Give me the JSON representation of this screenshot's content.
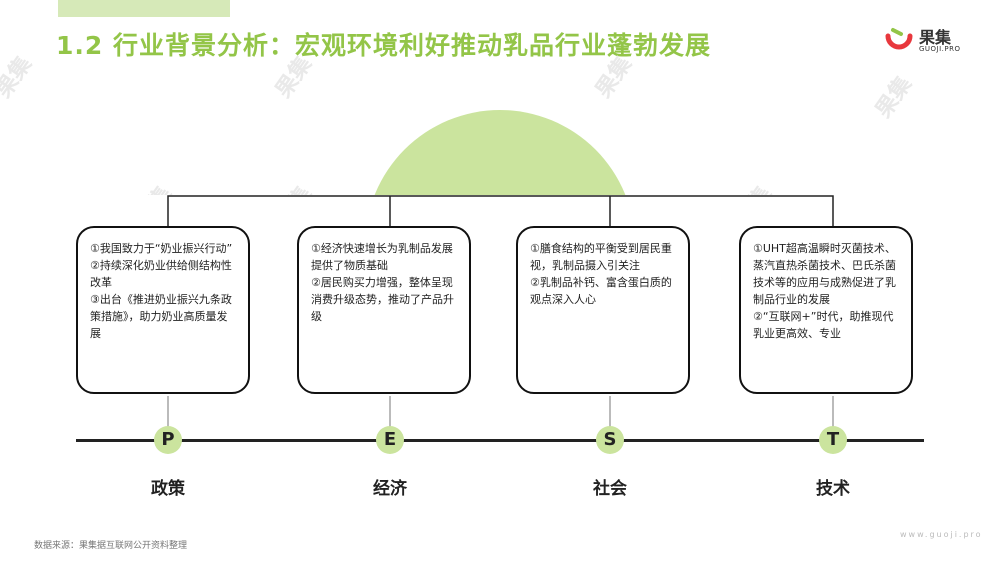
{
  "title": "1.2 行业背景分析：宏观环境利好推动乳品行业蓬勃发展",
  "logo": {
    "name": "果集",
    "sub": "GUOJI.PRO",
    "icon": "guoji-logo-icon"
  },
  "watermark": "果集",
  "accent_color": "#93c548",
  "light_accent_color": "#cbe49e",
  "pest": [
    {
      "letter": "P",
      "label": "政策",
      "text": "①我国致力于“奶业振兴行动”\n②持续深化奶业供给侧结构性改革\n③出台《推进奶业振兴九条政策措施》，助力奶业高质量发展"
    },
    {
      "letter": "E",
      "label": "经济",
      "text": "①经济快速增长为乳制品发展提供了物质基础\n②居民购买力增强，整体呈现消费升级态势，推动了产品升级"
    },
    {
      "letter": "S",
      "label": "社会",
      "text": "①膳食结构的平衡受到居民重视，乳制品摄入引关注\n②乳制品补钙、富含蛋白质的观点深入人心"
    },
    {
      "letter": "T",
      "label": "技术",
      "text": "①UHT超高温瞬时灭菌技术、蒸汽直热杀菌技术、巴氏杀菌技术等的应用与成熟促进了乳制品行业的发展\n②“互联网+”时代，助推现代乳业更高效、专业"
    }
  ],
  "source": "数据来源：果集据互联网公开资料整理",
  "url": "www.guoji.pro"
}
